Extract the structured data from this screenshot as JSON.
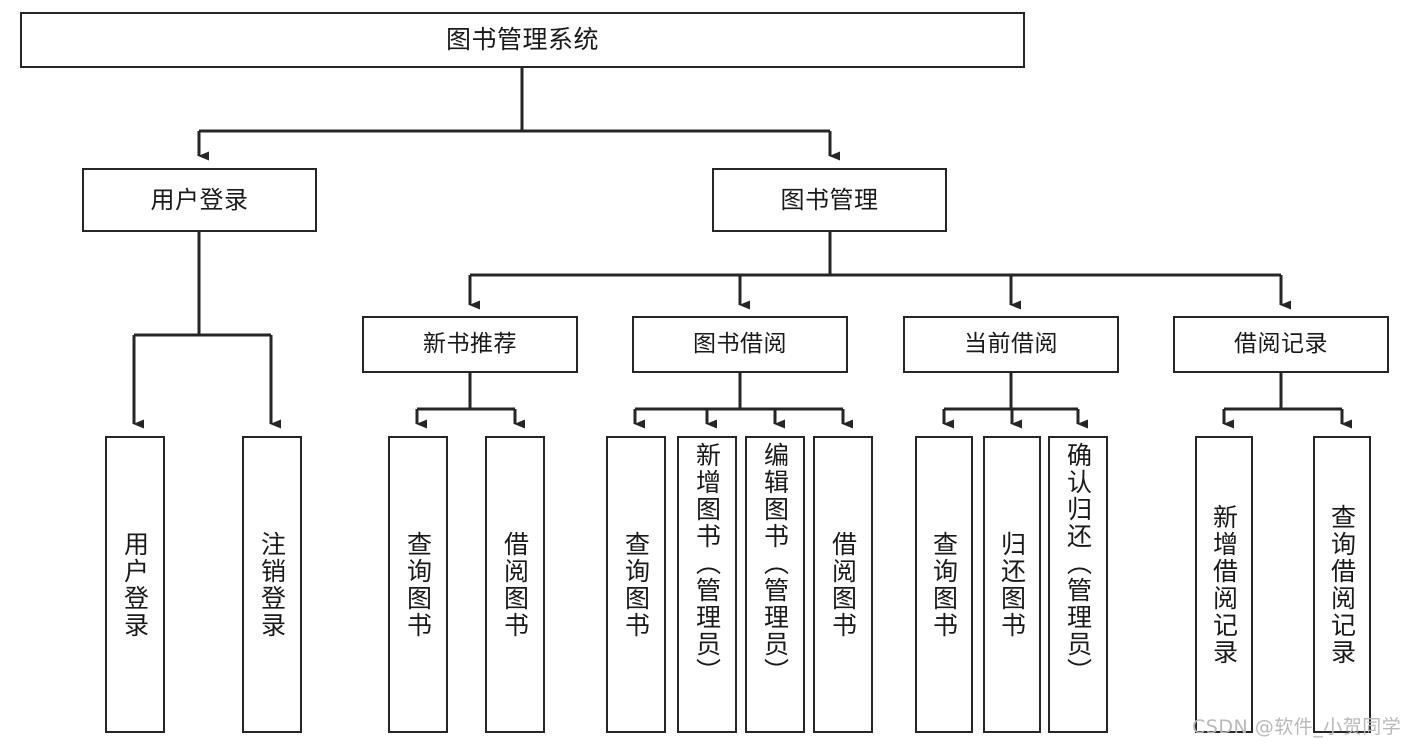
{
  "diagram": {
    "type": "tree-hierarchy",
    "title": "图书管理系统",
    "root": {
      "id": "root",
      "label": "图书管理系统"
    },
    "level2": [
      {
        "id": "user-login",
        "label": "用户登录"
      },
      {
        "id": "book-management",
        "label": "图书管理"
      }
    ],
    "level3": [
      {
        "id": "new-book-recommend",
        "label": "新书推荐",
        "parent": "book-management"
      },
      {
        "id": "book-borrow",
        "label": "图书借阅",
        "parent": "book-management"
      },
      {
        "id": "current-borrow",
        "label": "当前借阅",
        "parent": "book-management"
      },
      {
        "id": "borrow-record",
        "label": "借阅记录",
        "parent": "book-management"
      }
    ],
    "leaves": [
      {
        "id": "leaf-user-login",
        "label": "用户登录",
        "parent": "user-login"
      },
      {
        "id": "leaf-user-logout",
        "label": "注销登录",
        "parent": "user-login"
      },
      {
        "id": "leaf-query-book-1",
        "label": "查询图书",
        "parent": "new-book-recommend"
      },
      {
        "id": "leaf-borrow-book-1",
        "label": "借阅图书",
        "parent": "new-book-recommend"
      },
      {
        "id": "leaf-query-book-2",
        "label": "查询图书",
        "parent": "book-borrow"
      },
      {
        "id": "leaf-add-book",
        "label": "新增图书（管理员）",
        "parent": "book-borrow"
      },
      {
        "id": "leaf-edit-book",
        "label": "编辑图书（管理员）",
        "parent": "book-borrow"
      },
      {
        "id": "leaf-borrow-book-2",
        "label": "借阅图书",
        "parent": "book-borrow"
      },
      {
        "id": "leaf-query-book-3",
        "label": "查询图书",
        "parent": "current-borrow"
      },
      {
        "id": "leaf-return-book",
        "label": "归还图书",
        "parent": "current-borrow"
      },
      {
        "id": "leaf-confirm-return",
        "label": "确认归还（管理员）",
        "parent": "current-borrow"
      },
      {
        "id": "leaf-add-record",
        "label": "新增借阅记录",
        "parent": "borrow-record"
      },
      {
        "id": "leaf-query-record",
        "label": "查询借阅记录",
        "parent": "borrow-record"
      }
    ],
    "colors": {
      "stroke": "#262626",
      "box_fill": "#ffffff",
      "text": "#1a1a1a",
      "watermark": "#b9b9b9",
      "background": "#ffffff"
    }
  },
  "watermark": {
    "text": "CSDN @软件_小贺同学"
  }
}
